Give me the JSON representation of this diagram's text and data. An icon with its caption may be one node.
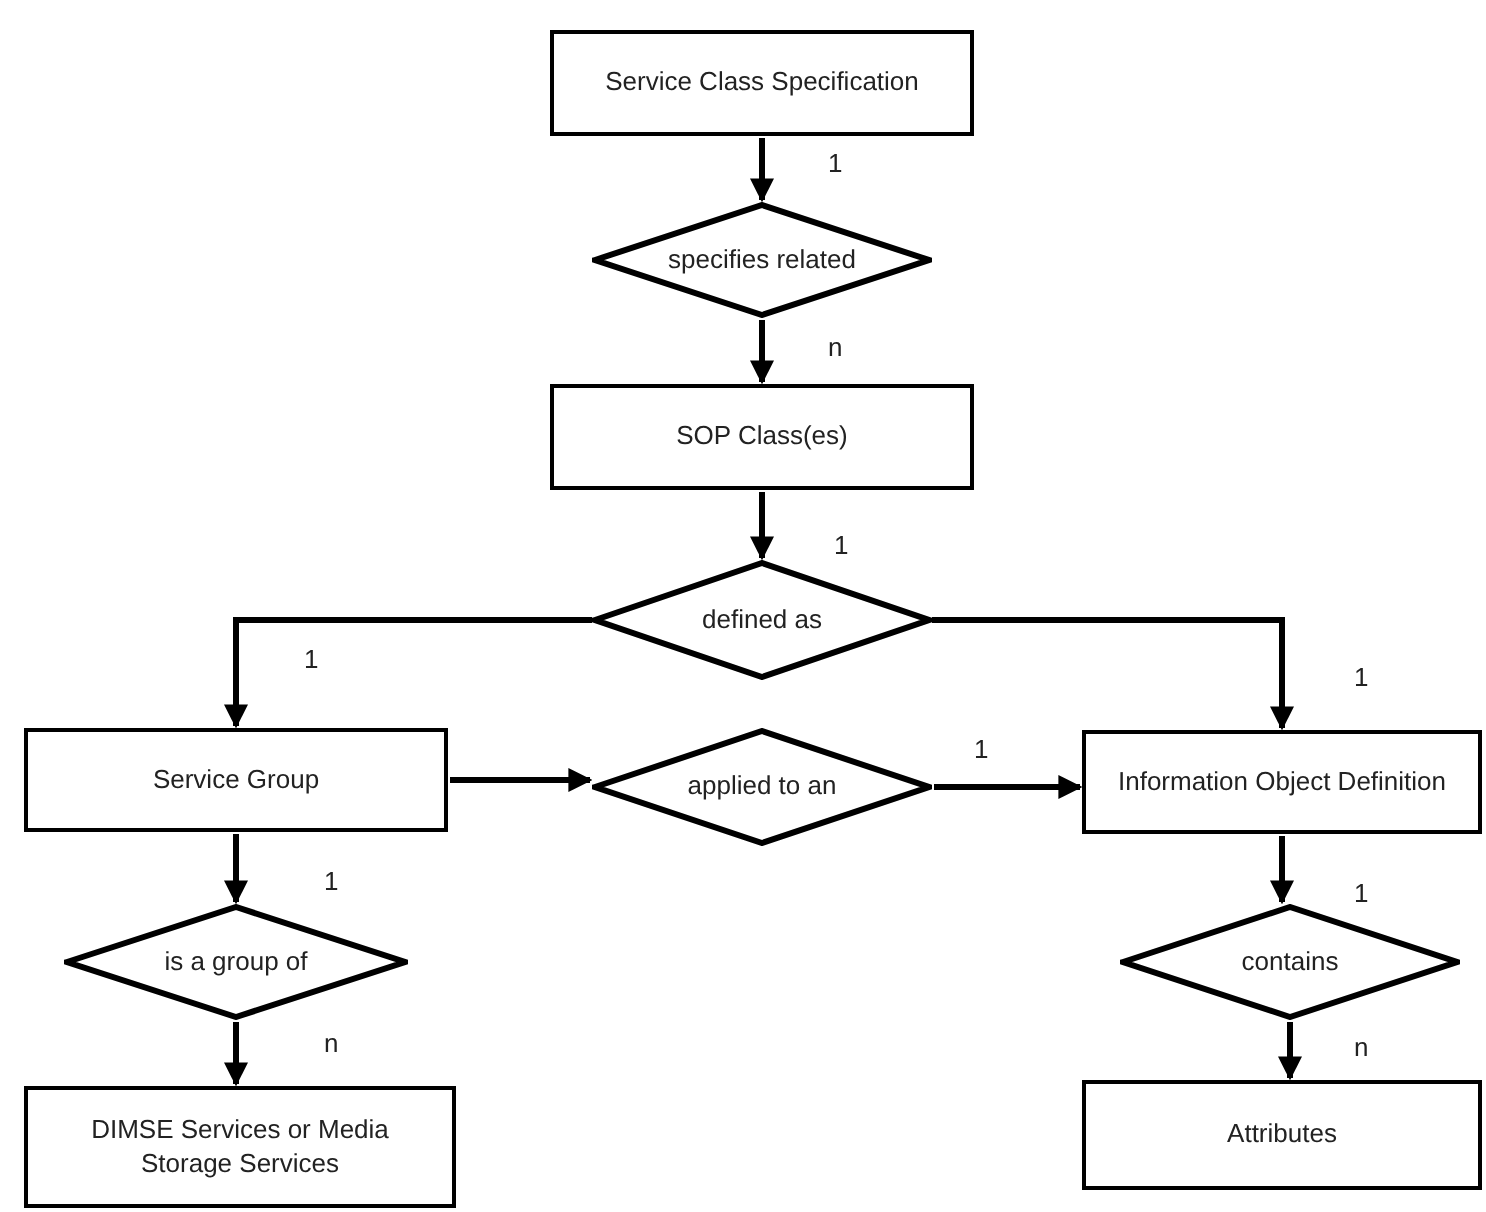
{
  "diagram": {
    "nodes": [
      {
        "text": [
          "Service Class Specification"
        ]
      },
      {
        "text": [
          "specifies related"
        ]
      },
      {
        "text": [
          "SOP Class(es)"
        ]
      },
      {
        "text": [
          "defined as"
        ]
      },
      {
        "text": [
          "Service Group"
        ]
      },
      {
        "text": [
          "applied to an"
        ]
      },
      {
        "text": [
          "Information Object Definition"
        ]
      },
      {
        "text": [
          "is a group of"
        ]
      },
      {
        "text": [
          "contains"
        ]
      },
      {
        "text": [
          "DIMSE Services or Media Storage Services"
        ]
      },
      {
        "text": [
          "Attributes"
        ]
      }
    ],
    "edges": [
      {
        "from": 0,
        "to": 1,
        "arrow": "to",
        "label": "1"
      },
      {
        "from": 1,
        "to": 2,
        "arrow": "to",
        "label": "n"
      },
      {
        "from": 2,
        "to": 3,
        "arrow": "to",
        "label": "1"
      },
      {
        "from": 3,
        "to": 4,
        "arrow": "to",
        "label": "1"
      },
      {
        "from": 3,
        "to": 6,
        "arrow": "to",
        "label": "1"
      },
      {
        "from": 4,
        "to": 5,
        "arrow": "to"
      },
      {
        "from": 5,
        "to": 6,
        "arrow": "to",
        "label": "1"
      },
      {
        "from": 4,
        "to": 7,
        "arrow": "to",
        "label": "1"
      },
      {
        "from": 7,
        "to": 9,
        "arrow": "to",
        "label": "n"
      },
      {
        "from": 6,
        "to": 8,
        "arrow": "to",
        "label": "1"
      },
      {
        "from": 8,
        "to": 10,
        "arrow": "to",
        "label": "n"
      }
    ]
  }
}
